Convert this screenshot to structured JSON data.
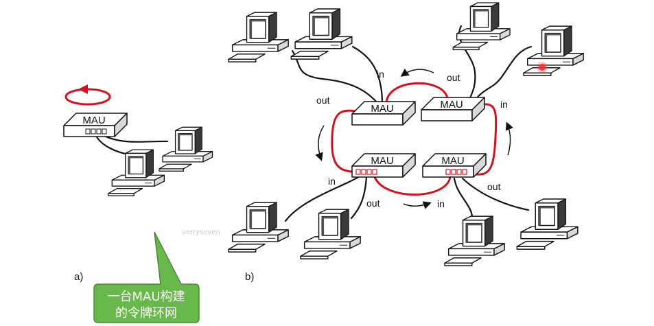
{
  "colors": {
    "ring": "#d4101c",
    "callout_fill": "#69b84b",
    "callout_text": "#ffffff",
    "cable": "#111111"
  },
  "panel_a": {
    "label": "a)",
    "mau": "MAU"
  },
  "panel_b": {
    "label": "b)",
    "maus": [
      "MAU",
      "MAU",
      "MAU",
      "MAU"
    ],
    "port_labels": [
      "in",
      "out",
      "out",
      "in",
      "in",
      "out",
      "in",
      "out"
    ]
  },
  "callout": {
    "line1": "一台MAU构建",
    "line2": "的令牌环网"
  },
  "watermark": "verryseven"
}
